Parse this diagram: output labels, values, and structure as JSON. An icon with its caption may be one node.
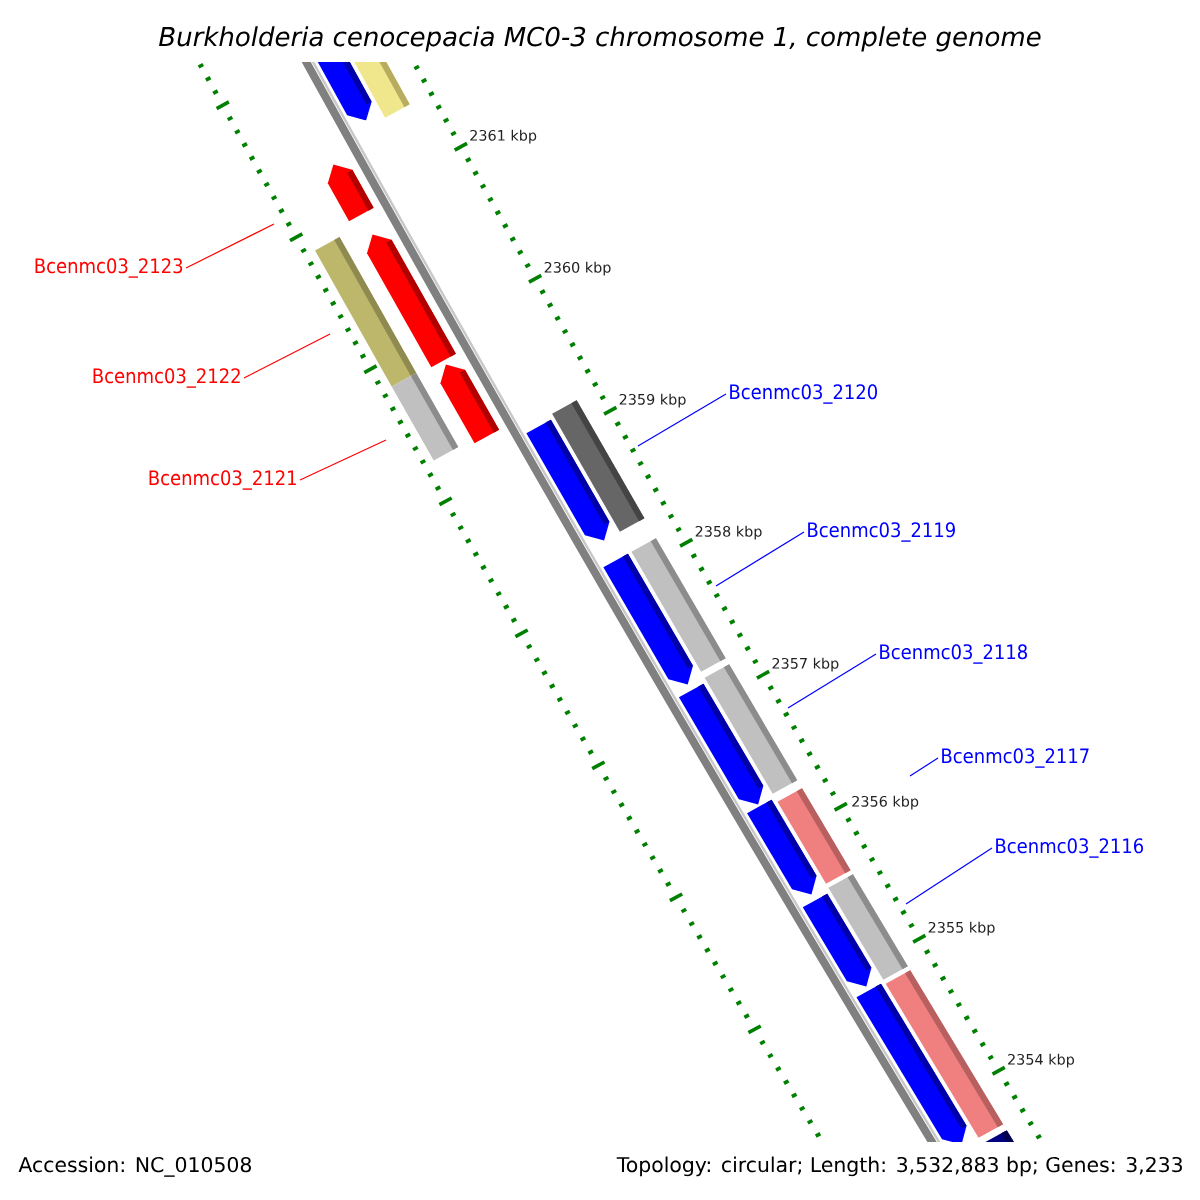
{
  "diagram": {
    "title": "Burkholderia cenocepacia MC0-3 chromosome 1, complete genome",
    "nodes": [
      {
        "text": [
          "Bcenmc03_2123"
        ]
      },
      {
        "text": [
          "Bcenmc03_2122"
        ]
      },
      {
        "text": [
          "Bcenmc03_2121"
        ]
      },
      {
        "text": [
          "Bcenmc03_2120"
        ]
      },
      {
        "text": [
          "Bcenmc03_2119"
        ]
      },
      {
        "text": [
          "Bcenmc03_2118"
        ]
      },
      {
        "text": [
          "Bcenmc03_2117"
        ]
      },
      {
        "text": [
          "Bcenmc03_2116"
        ]
      }
    ],
    "edges": [
      {
        "from": 0,
        "to": null,
        "arrow": "none",
        "color": "#ff0000"
      },
      {
        "from": 1,
        "to": null,
        "arrow": "none",
        "color": "#ff0000"
      },
      {
        "from": 2,
        "to": null,
        "arrow": "none",
        "color": "#ff0000"
      },
      {
        "from": 3,
        "to": null,
        "arrow": "none"
      },
      {
        "from": 4,
        "to": null,
        "arrow": "none"
      },
      {
        "from": 5,
        "to": null,
        "arrow": "none"
      },
      {
        "from": 6,
        "to": null,
        "arrow": "none"
      },
      {
        "from": 7,
        "to": null,
        "arrow": "none"
      }
    ],
    "labels": [
      "2361 kbp",
      "2360 kbp",
      "2359 kbp",
      "2358 kbp",
      "2357 kbp",
      "2356 kbp",
      "2355 kbp",
      "2354 kbp",
      "Accession: NC_010508",
      "Topology: circular; Length: 3,532,883 bp; Genes: 3,233"
    ]
  }
}
